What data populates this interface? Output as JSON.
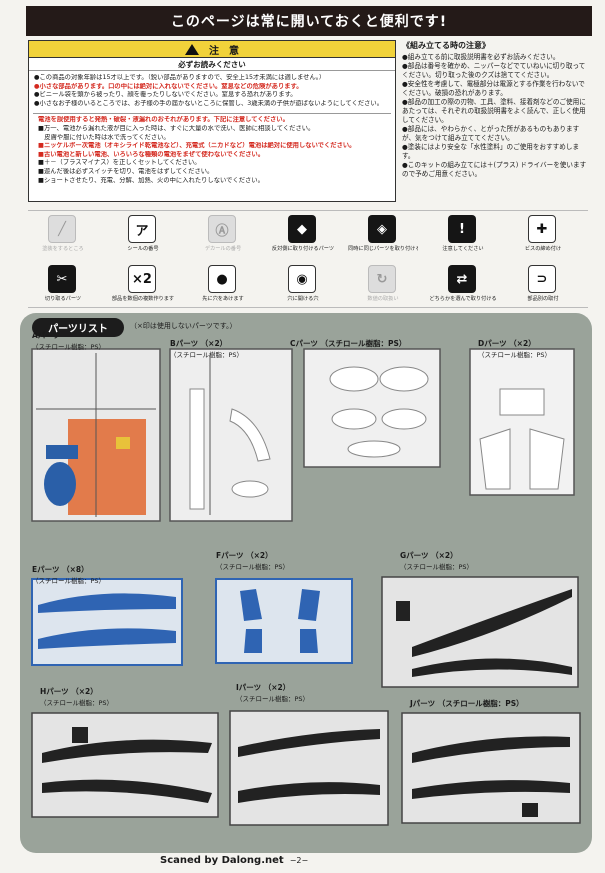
{
  "banner": "このページは常に開いておくと便利です!",
  "caution": {
    "title": "注　意",
    "subtitle": "必ずお読みください",
    "items": [
      {
        "text": "●この商品の対象年齢は15才以上です。（鋭い部品がありますので、安全上15才未満には適しません。）",
        "red": false
      },
      {
        "text": "●小さな部品があります。口の中には絶対に入れないでください。窒息などの危険があります。",
        "red": true
      },
      {
        "text": "●ビニール袋を頭から被ったり、顔を覆ったりしないでください。窒息する恐れがあります。",
        "red": false
      },
      {
        "text": "●小さなお子様のいるところでは、お子様の手の届かないところに保管し、3歳未満の子供が遊ばないようにしてください。",
        "red": false
      }
    ],
    "battery_title": "電池を誤使用すると発熱・破裂・液漏れのおそれがあります。下記に注意してください。",
    "battery_items": [
      {
        "text": "■万一、電池から漏れた液が目に入った時は、すぐに大量の水で洗い、医師に相談してください。",
        "red": false
      },
      {
        "text": "　皮膚や服に付いた時は水で洗ってください。",
        "red": false
      },
      {
        "text": "■ニッケルボー次電池（オキシライド乾電池など）、充電式（ニカドなど）電池は絶対に使用しないでください。",
        "red": true
      },
      {
        "text": "■古い電池と新しい電池、いろいろな種類の電池をまぜて使わないでください。",
        "red": true
      },
      {
        "text": "■＋－（プラスマイナス）を正しくセットしてください。",
        "red": false
      },
      {
        "text": "■遊んだ後は必ずスイッチを切り、電池をはずしてください。",
        "red": false
      },
      {
        "text": "■ショートさせたり、充電、分解、加熱、火の中に入れたりしないでください。",
        "red": false
      }
    ]
  },
  "assembly": {
    "title": "《組み立てる時の注意》",
    "items": [
      "●組み立てる前に取扱説明書を必ずお読みください。",
      "●部品は番号を確かめ、ニッパーなどでていねいに切り取ってください。切り取った後のクズは捨ててください。",
      "●安全性を考慮して、電極部分は電源とする作業を行わないでください。破損の恐れがあります。",
      "●部品の加工の際の刃物、工具、塗料、接着剤などのご使用にあたっては、それぞれの取扱説明書をよく読んで、正しく使用してください。",
      "●部品には、やわらかく、とがった所があるものもありますが、気をつけて組み立ててください。",
      "●塗装にはより安全な「水性塗料」のご使用をおすすめします。",
      "●このキットの組み立てには＋(プラス) ドライバーを使いますので予めご用意ください。"
    ]
  },
  "icons": [
    {
      "name": "paint-brush-icon",
      "glyph": "╱",
      "label": "塗装をするところ",
      "style": "faded"
    },
    {
      "name": "sticker-icon",
      "glyph": "ア",
      "label": "シールの番号",
      "style": "light"
    },
    {
      "name": "decal-icon",
      "glyph": "Ⓐ",
      "label": "デカールの番号",
      "style": "faded"
    },
    {
      "name": "reverse-attach-icon",
      "glyph": "◆",
      "label": "反対側に取り付けるパーツ",
      "style": "dark"
    },
    {
      "name": "same-attach-icon",
      "glyph": "◈",
      "label": "同時に同じパーツを取り付ける",
      "style": "dark"
    },
    {
      "name": "caution-icon",
      "glyph": "!",
      "label": "注意してください",
      "style": "dark"
    },
    {
      "name": "screw-icon",
      "glyph": "✚",
      "label": "ビスの締め付け",
      "style": "light"
    },
    {
      "name": "cut-icon",
      "glyph": "✂",
      "label": "切り取るパーツ",
      "style": "dark"
    },
    {
      "name": "count-icon",
      "glyph": "×2",
      "label": "部品を数個の複数作ります",
      "style": "light"
    },
    {
      "name": "hole-icon",
      "glyph": "●",
      "label": "先に穴をあけます",
      "style": "light"
    },
    {
      "name": "drill-icon",
      "glyph": "◉",
      "label": "穴に開ける穴",
      "style": "light"
    },
    {
      "name": "rotate-icon",
      "glyph": "↻",
      "label": "数値の取扱い",
      "style": "faded"
    },
    {
      "name": "either-icon",
      "glyph": "⇄",
      "label": "どちらかを選んで取り付ける",
      "style": "dark"
    },
    {
      "name": "separate-icon",
      "glyph": "⊃",
      "label": "部品別の取付",
      "style": "light"
    }
  ],
  "parts": {
    "title": "パーツリスト",
    "note": "（×印は使用しないパーツです。）",
    "runners": [
      {
        "name": "Aパーツ",
        "material": "（スチロール樹脂：PS）"
      },
      {
        "name": "Bパーツ （×2）",
        "material": "（スチロール樹脂：PS）"
      },
      {
        "name": "Cパーツ （スチロール樹脂：PS）",
        "material": ""
      },
      {
        "name": "Dパーツ （×2）",
        "material": "（スチロール樹脂：PS）"
      },
      {
        "name": "Eパーツ （×8）",
        "material": "（スチロール樹脂：PS）"
      },
      {
        "name": "Fパーツ （×2）",
        "material": "（スチロール樹脂：PS）"
      },
      {
        "name": "Gパーツ （×2）",
        "material": "（スチロール樹脂：PS）"
      },
      {
        "name": "Hパーツ （×2）",
        "material": "（スチロール樹脂：PS）"
      },
      {
        "name": "Iパーツ （×2）",
        "material": "（スチロール樹脂：PS）"
      },
      {
        "name": "Jパーツ （スチロール樹脂：PS）",
        "material": ""
      }
    ]
  },
  "footer": {
    "credit": "Scaned by Dalong.net",
    "page": "−2−"
  }
}
